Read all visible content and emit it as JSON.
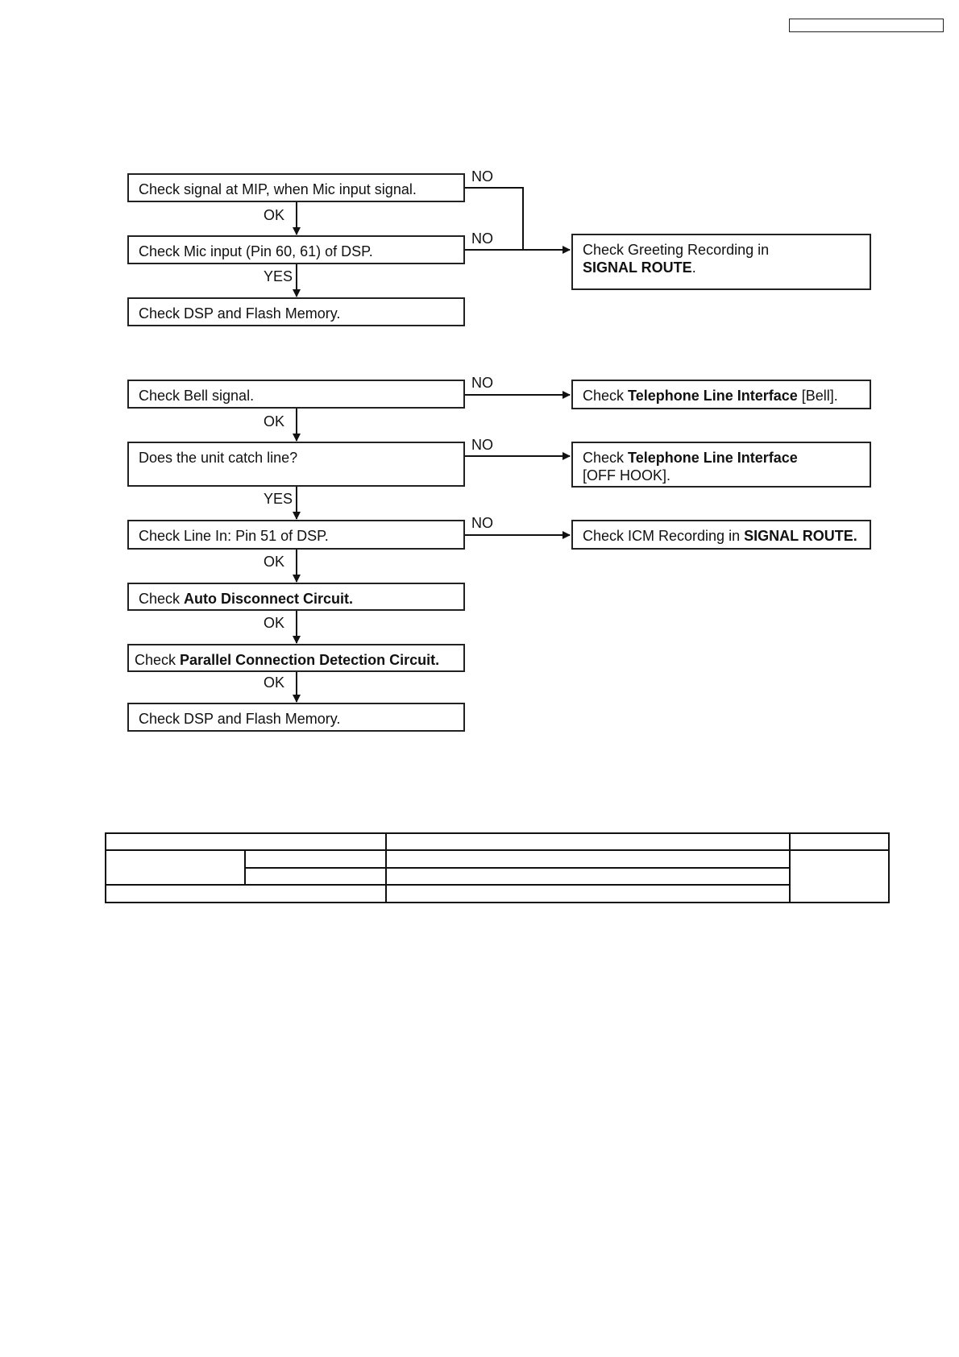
{
  "header": {
    "page_id_box": ""
  },
  "flowchart_1": {
    "nodes": [
      {
        "id": "mip",
        "parts": [
          "Check signal at MIP, when Mic input signal."
        ]
      },
      {
        "id": "mic_input",
        "parts": [
          "Check Mic input (Pin 60, 61) of DSP."
        ]
      },
      {
        "id": "dsp_flash_1",
        "parts": [
          "Check DSP and Flash Memory."
        ]
      },
      {
        "id": "greeting",
        "line1": "Check Greeting Recording in",
        "line2_bold": "SIGNAL ROUTE",
        "line2_tail": "."
      }
    ],
    "edge_labels": {
      "ok": "OK",
      "yes": "YES",
      "no_1": "NO",
      "no_2": "NO"
    }
  },
  "flowchart_2": {
    "nodes": {
      "bell": "Check Bell signal.",
      "catch_line": "Does the unit catch line?",
      "line_in": "Check Line In: Pin 51 of DSP.",
      "auto_disc_pre": "Check ",
      "auto_disc_bold": "Auto Disconnect Circuit.",
      "parallel_pre": "Check ",
      "parallel_bold": "Parallel Connection Detection Circuit.",
      "dsp_flash_2": "Check DSP and Flash Memory.",
      "tli_bell_pre": "Check ",
      "tli_bell_bold": "Telephone Line Interface",
      "tli_bell_post": " [Bell].",
      "tli_hook_pre": "Check ",
      "tli_hook_bold": "Telephone Line Interface",
      "tli_hook_line2": "[OFF HOOK].",
      "icm_pre": "Check ICM Recording in ",
      "icm_bold": "SIGNAL ROUTE."
    },
    "edge_labels": {
      "ok_1": "OK",
      "yes_1": "YES",
      "ok_2": "OK",
      "ok_3": "OK",
      "ok_4": "OK",
      "no_1": "NO",
      "no_2": "NO",
      "no_3": "NO"
    }
  },
  "bottom_table": {
    "cells": []
  }
}
